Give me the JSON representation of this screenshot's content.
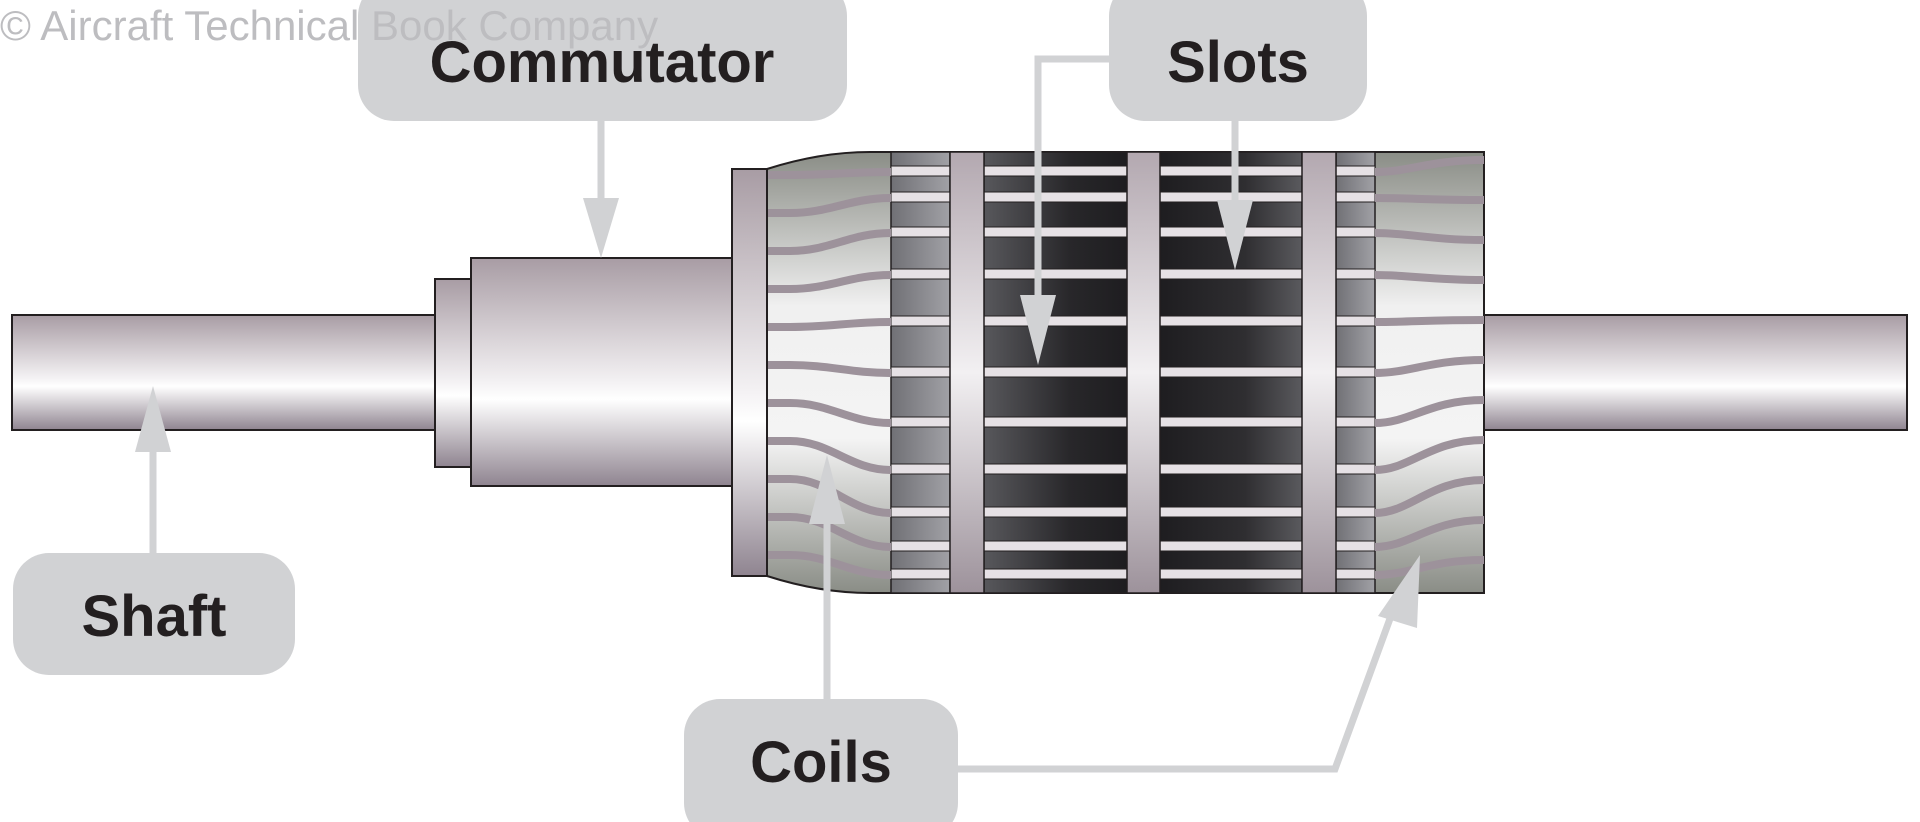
{
  "watermark": "© Aircraft Technical Book Company",
  "labels": {
    "commutator": "Commutator",
    "slots": "Slots",
    "shaft": "Shaft",
    "coils": "Coils"
  },
  "colors": {
    "label_box": "#d1d2d4",
    "arrow": "#d1d2d4",
    "text": "#231f20",
    "core_dark": "#2e2d30",
    "metal": "#b7aeb4"
  }
}
